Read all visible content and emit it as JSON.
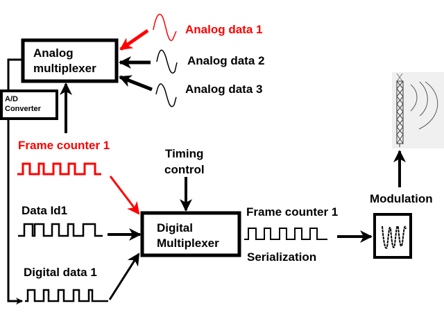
{
  "diagram": {
    "title": "Telemetry data multiplexing and transmission",
    "colors": {
      "accent": "#ff0000",
      "line": "#000000",
      "background": "#ffffff",
      "antenna_bg": "#f0f0f0",
      "antenna_stroke": "#444444"
    },
    "nodes": {
      "analog_mux": {
        "line1": "Analog",
        "line2": "multiplexer"
      },
      "ad_converter": {
        "line1": "A/D",
        "line2": "Converter"
      },
      "digital_mux": {
        "line1": "Digital",
        "line2": "Multiplexer"
      },
      "modulator": {
        "icon": "modulated-wave-icon"
      },
      "antenna": {
        "icon": "radio-tower-icon"
      }
    },
    "inputs": {
      "analog_data_1": {
        "label": "Analog data 1",
        "highlight": true,
        "icon": "sine-wave-icon"
      },
      "analog_data_2": {
        "label": "Analog data 2",
        "highlight": false,
        "icon": "sine-wave-icon"
      },
      "analog_data_3": {
        "label": "Analog data 3",
        "highlight": false,
        "icon": "sine-wave-icon"
      },
      "frame_counter_1": {
        "label": "Frame counter 1",
        "highlight": true,
        "icon": "square-wave-icon"
      },
      "data_id1": {
        "label": "Data Id1",
        "highlight": false,
        "icon": "square-wave-icon"
      },
      "digital_data_1": {
        "label": "Digital data 1",
        "highlight": false,
        "icon": "square-wave-icon"
      },
      "timing_control": {
        "line1": "Timing",
        "line2": "control"
      }
    },
    "outputs": {
      "serial_stream_label": "Frame counter 1",
      "serialization": "Serialization",
      "modulation": "Modulation"
    }
  }
}
